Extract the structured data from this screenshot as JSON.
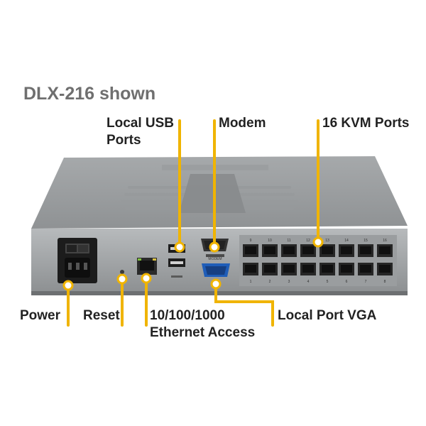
{
  "title": "DLX-216 shown",
  "colors": {
    "callout": "#f0b400",
    "label_text": "#222222",
    "title_text": "#6f6f6f",
    "chassis": "#8c8f91"
  },
  "callouts": {
    "local_usb": {
      "line1": "Local USB",
      "line2": "Ports"
    },
    "modem": {
      "text": "Modem"
    },
    "kvm_ports": {
      "text": "16 KVM Ports"
    },
    "power": {
      "text": "Power"
    },
    "reset": {
      "text": "Reset"
    },
    "ethernet": {
      "line1": "10/100/1000",
      "line2": "Ethernet Access"
    },
    "local_vga": {
      "text": "Local Port VGA"
    }
  },
  "device": {
    "modem_label": "MODEM",
    "kvm_top_numbers": [
      "9",
      "10",
      "11",
      "12",
      "13",
      "14",
      "15",
      "16"
    ],
    "kvm_bottom_numbers": [
      "1",
      "2",
      "3",
      "4",
      "5",
      "6",
      "7",
      "8"
    ]
  }
}
